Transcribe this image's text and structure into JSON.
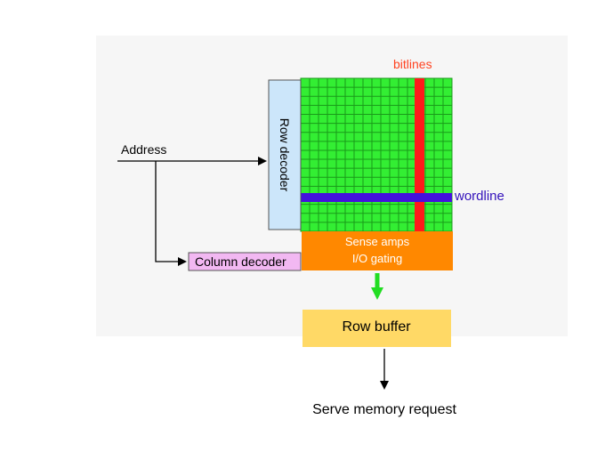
{
  "diagram": {
    "labels": {
      "bitlines": "bitlines",
      "wordline": "wordline",
      "address": "Address",
      "row_decoder": "Row decoder",
      "column_decoder": "Column decoder",
      "sense_amps_line1": "Sense amps",
      "sense_amps_line2": "I/O gating",
      "row_buffer": "Row buffer",
      "serve": "Serve memory request"
    },
    "colors": {
      "panel_background": "#f6f6f6",
      "cell_fill": "#33ee33",
      "grid_line": "#1a9a1a",
      "bitline": "#ff1a1a",
      "wordline": "#4411dd",
      "bitlines_text": "#ff4422",
      "wordline_text": "#3311bb",
      "row_decoder_fill": "#cce6fa",
      "column_decoder_fill": "#f2b8f2",
      "sense_amps_fill": "#ff8800",
      "row_buffer_fill": "#ffd966",
      "green_arrow": "#22dd22",
      "black": "#000000"
    }
  }
}
